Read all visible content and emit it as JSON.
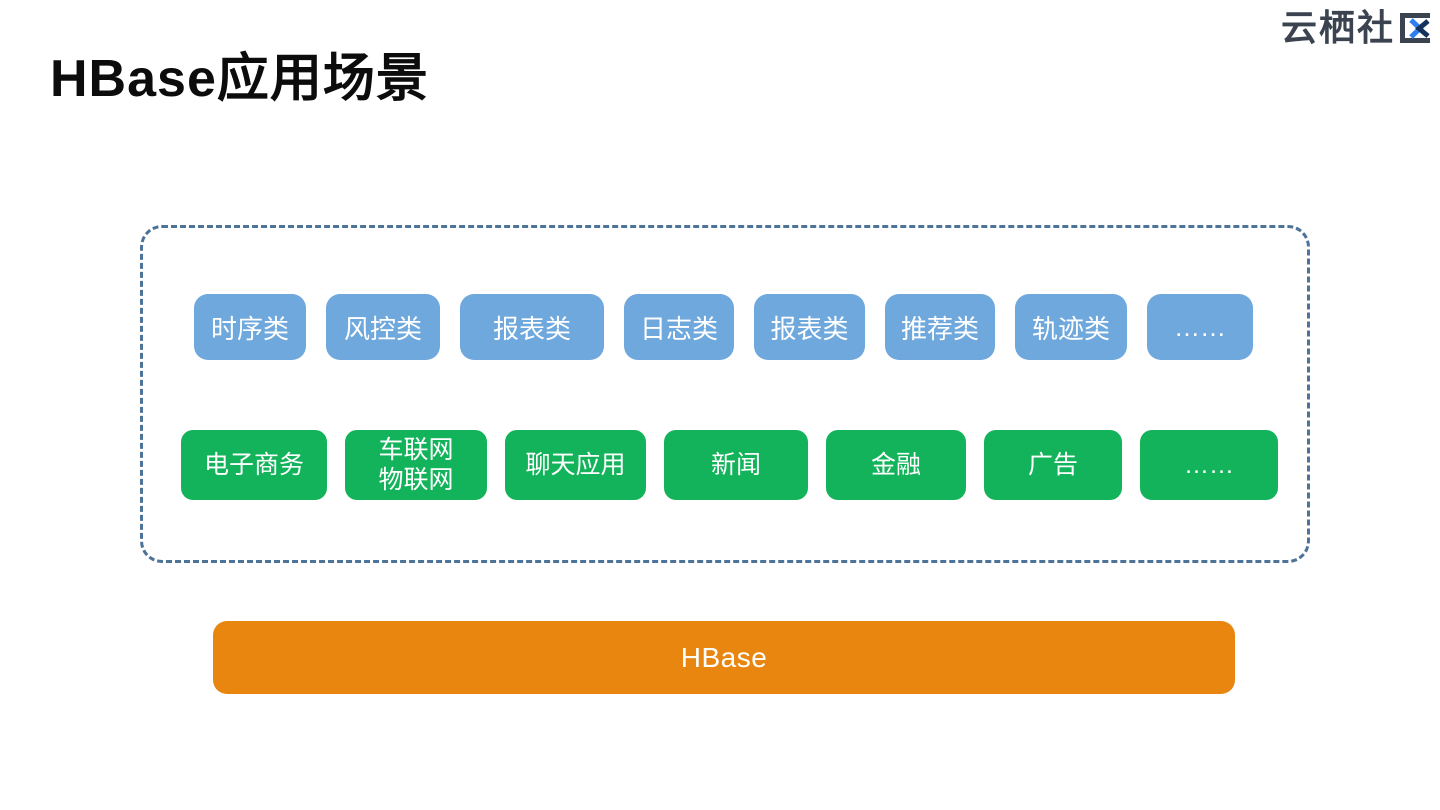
{
  "slide": {
    "title": "HBase应用场景"
  },
  "logo": {
    "text": "云栖社",
    "glyph": "区"
  },
  "colors": {
    "blue_box": "#6fa8dc",
    "green_box": "#12b35a",
    "hbase_bar": "#e8860f",
    "dashed_border": "#4e7399",
    "logo_text": "#3a434f",
    "logo_x_bright": "#2f7ff0",
    "logo_x_dark": "#16325c"
  },
  "scenarios": {
    "row1": [
      "时序类",
      "风控类",
      "报表类",
      "日志类",
      "报表类",
      "推荐类",
      "轨迹类",
      "……"
    ],
    "row2": [
      "电子商务",
      "车联网\n物联网",
      "聊天应用",
      "新闻",
      "金融",
      "广告",
      "……"
    ]
  },
  "base": {
    "label": "HBase"
  }
}
